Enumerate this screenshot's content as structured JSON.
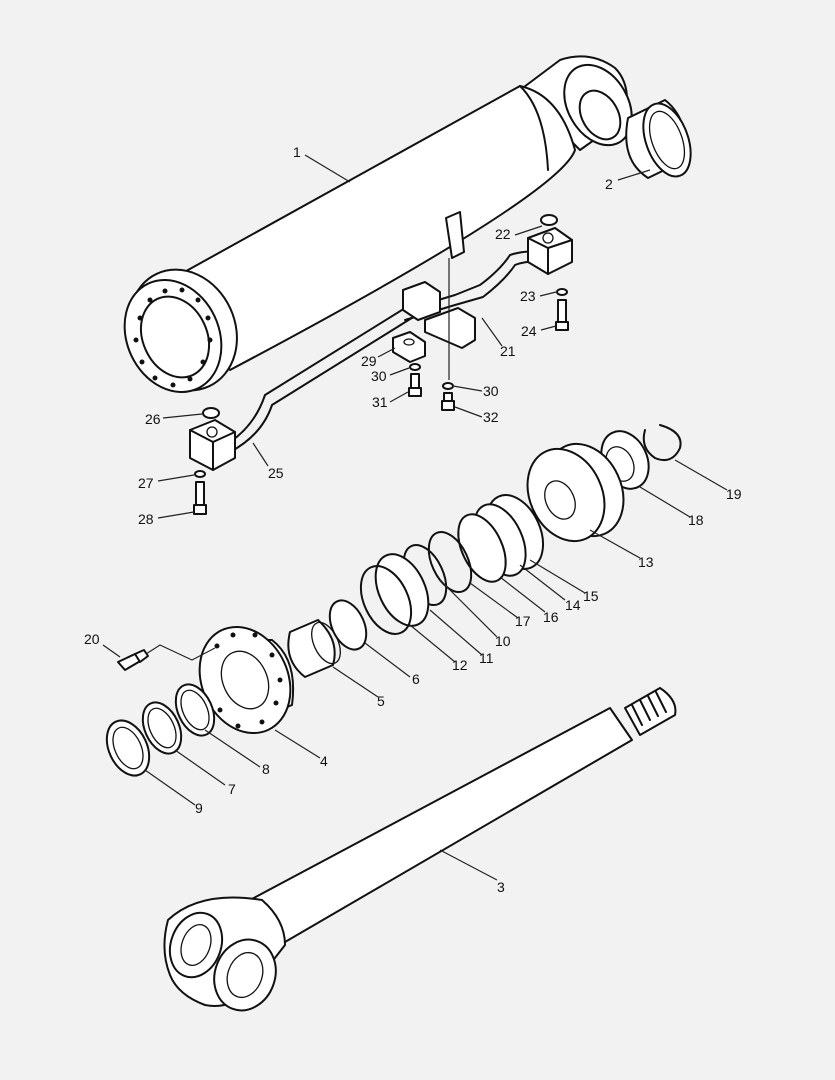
{
  "labels": {
    "l1": "1",
    "l2": "2",
    "l3": "3",
    "l4": "4",
    "l5": "5",
    "l6": "6",
    "l7": "7",
    "l8": "8",
    "l9": "9",
    "l10": "10",
    "l11": "11",
    "l12": "12",
    "l13": "13",
    "l14": "14",
    "l15": "15",
    "l16": "16",
    "l17": "17",
    "l18": "18",
    "l19": "19",
    "l20": "20",
    "l21": "21",
    "l22": "22",
    "l23": "23",
    "l24": "24",
    "l25": "25",
    "l26": "26",
    "l27": "27",
    "l28": "28",
    "l29": "29",
    "l30a": "30",
    "l30b": "30",
    "l31": "31",
    "l32": "32"
  }
}
